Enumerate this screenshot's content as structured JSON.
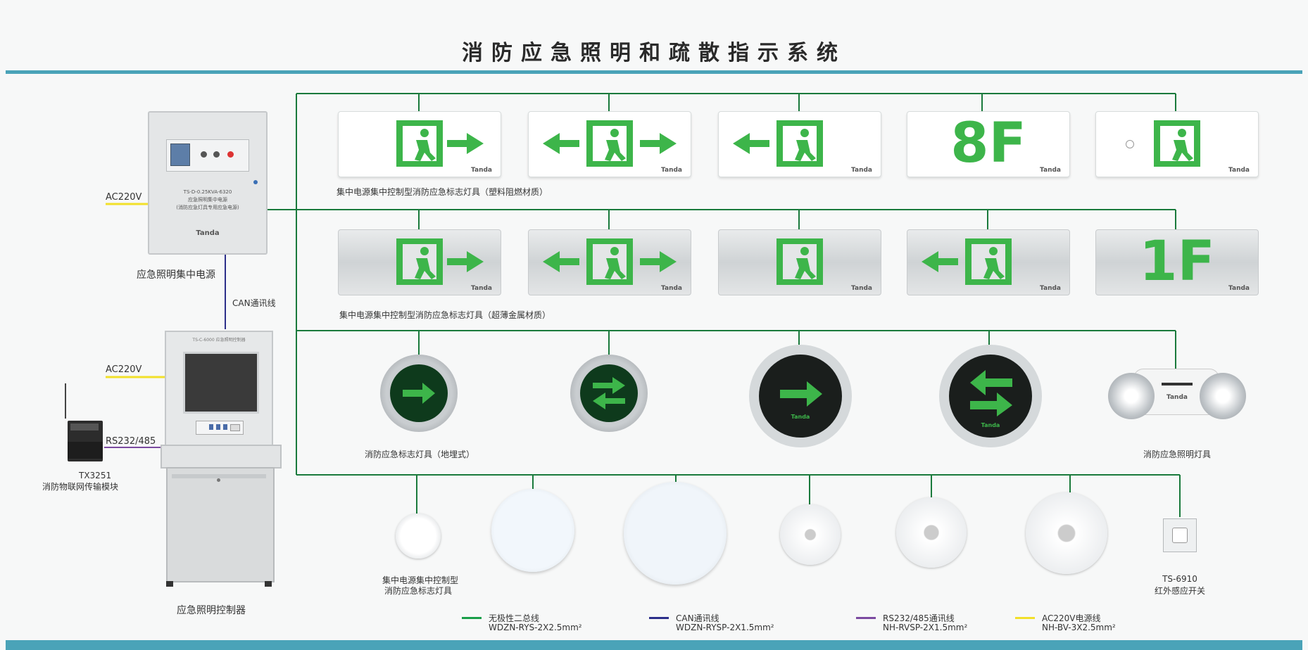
{
  "title": "消防应急照明和疏散指示系统",
  "power_supply": {
    "label": "应急照明集中电源",
    "plate_line1": "TS-D-0.25KVA-6320",
    "plate_line2": "应急照明集中电源",
    "plate_line3": "(消防应急灯具专用应急电源)",
    "brand": "Tanda",
    "ac_label": "AC220V"
  },
  "controller": {
    "label": "应急照明控制器",
    "header_text": "TS-C-6000 应急照明控制器",
    "ac_label": "AC220V",
    "can_label": "CAN通讯线",
    "rs_label": "RS232/485"
  },
  "module": {
    "model": "TX3251",
    "name": "消防物联网传输模块"
  },
  "row1": {
    "caption": "集中电源集中控制型消防应急标志灯具（塑料阻燃材质）",
    "floor_text": "8F",
    "brand": "Tanda"
  },
  "row2": {
    "caption": "集中电源集中控制型消防应急标志灯具（超薄金属材质）",
    "floor_text": "1F",
    "brand": "Tanda"
  },
  "row3": {
    "caption_left": "消防应急标志灯具（地埋式）",
    "caption_right": "消防应急照明灯具",
    "brand": "Tanda"
  },
  "row4": {
    "caption_left_line1": "集中电源集中控制型",
    "caption_left_line2": "消防应急标志灯具",
    "switch_model": "TS-6910",
    "switch_name": "红外感应开关"
  },
  "legend": [
    {
      "name": "无极性二总线",
      "spec": "WDZN-RYS-2X2.5mm²",
      "color": "#1a9e4a"
    },
    {
      "name": "CAN通讯线",
      "spec": "WDZN-RYSP-2X1.5mm²",
      "color": "#2c2f8a"
    },
    {
      "name": "RS232/485通讯线",
      "spec": "NH-RVSP-2X1.5mm²",
      "color": "#7b4aa0"
    },
    {
      "name": "AC220V电源线",
      "spec": "NH-BV-3X2.5mm²",
      "color": "#f2e02a"
    }
  ],
  "colors": {
    "bus_green": "#1a7a3c",
    "sign_green": "#3db54a",
    "accent_blue": "#4aa3b8"
  }
}
